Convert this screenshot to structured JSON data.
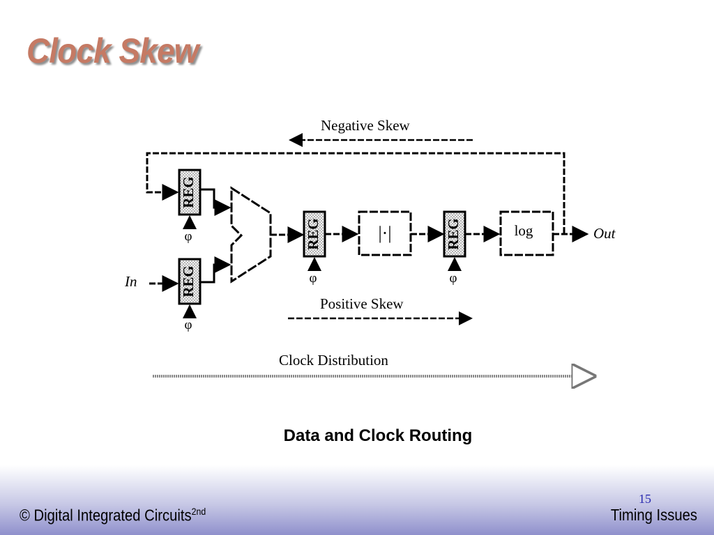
{
  "slide": {
    "title": "Clock Skew",
    "caption": "Data and Clock Routing",
    "page_number": "15",
    "footer_left": "© Digital Integrated Circuits",
    "footer_left_sup": "2nd",
    "footer_right": "Timing Issues"
  },
  "diagram": {
    "negative_skew": "Negative Skew",
    "positive_skew": "Positive Skew",
    "clock_distribution": "Clock Distribution",
    "input_label": "In",
    "output_label": "Out",
    "reg_label": "REG",
    "clock_symbol": "φ",
    "abs_block_label": "|·|",
    "log_block_label": "log"
  }
}
